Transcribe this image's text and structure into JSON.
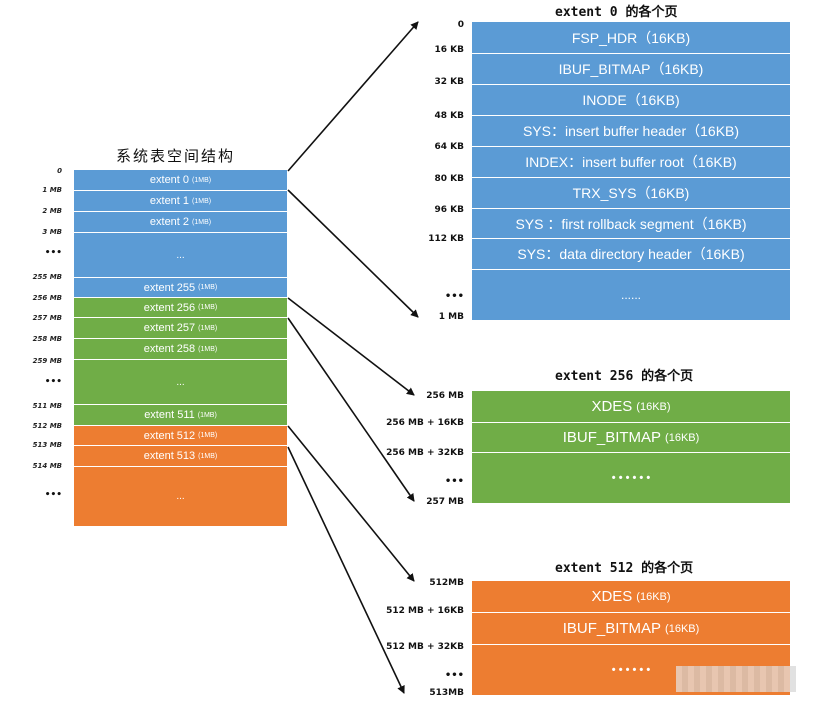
{
  "left": {
    "title": "系统表空间结构",
    "addresses": [
      "0",
      "1 MB",
      "2 MB",
      "3 MB",
      "•••",
      "255 MB",
      "256 MB",
      "257 MB",
      "258 MB",
      "259 MB",
      "•••",
      "511 MB",
      "512 MB",
      "513 MB",
      "514 MB",
      "•••"
    ],
    "rows": [
      {
        "label": "extent 0",
        "sub": "(1MB)"
      },
      {
        "label": "extent 1",
        "sub": "(1MB)"
      },
      {
        "label": "extent 2",
        "sub": "(1MB)"
      },
      {
        "label": "...",
        "sub": ""
      },
      {
        "label": "extent 255",
        "sub": "(1MB)"
      },
      {
        "label": "extent 256",
        "sub": "(1MB)"
      },
      {
        "label": "extent 257",
        "sub": "(1MB)"
      },
      {
        "label": "extent 258",
        "sub": "(1MB)"
      },
      {
        "label": "...",
        "sub": ""
      },
      {
        "label": "extent 511",
        "sub": "(1MB)"
      },
      {
        "label": "extent 512",
        "sub": "(1MB)"
      },
      {
        "label": "extent 513",
        "sub": "(1MB)"
      },
      {
        "label": "...",
        "sub": ""
      }
    ]
  },
  "extent0": {
    "title": "extent 0 的各个页",
    "addresses": [
      "0",
      "16 KB",
      "32 KB",
      "48 KB",
      "64 KB",
      "80 KB",
      "96 KB",
      "112 KB",
      "•••",
      "1 MB"
    ],
    "rows": [
      {
        "label": "FSP_HDR",
        "sub": "（16KB)"
      },
      {
        "label": "IBUF_BITMAP",
        "sub": "（16KB)"
      },
      {
        "label": "INODE",
        "sub": "（16KB)"
      },
      {
        "label": "SYS：insert buffer header",
        "sub": "（16KB)"
      },
      {
        "label": "INDEX：insert buffer root",
        "sub": "（16KB)"
      },
      {
        "label": "TRX_SYS",
        "sub": "（16KB)"
      },
      {
        "label": "SYS ：first rollback segment",
        "sub": "（16KB)"
      },
      {
        "label": "SYS：data directory header",
        "sub": "（16KB)"
      },
      {
        "label": "......",
        "sub": ""
      }
    ]
  },
  "extent256": {
    "title": "extent 256 的各个页",
    "addresses": [
      "256 MB",
      "256 MB + 16KB",
      "256 MB + 32KB",
      "•••",
      "257 MB"
    ],
    "rows": [
      {
        "label": "XDES",
        "sub": "(16KB)"
      },
      {
        "label": "IBUF_BITMAP",
        "sub": "(16KB)"
      },
      {
        "label": "• • • • • •",
        "sub": ""
      }
    ]
  },
  "extent512": {
    "title": "extent 512 的各个页",
    "addresses": [
      "512MB",
      "512 MB + 16KB",
      "512 MB + 32KB",
      "•••",
      "513MB"
    ],
    "rows": [
      {
        "label": "XDES",
        "sub": "(16KB)"
      },
      {
        "label": "IBUF_BITMAP",
        "sub": "(16KB)"
      },
      {
        "label": "• • • • • •",
        "sub": ""
      }
    ]
  },
  "colors": {
    "blue": "#5b9bd5",
    "green": "#70ad47",
    "orange": "#ed7d31"
  }
}
